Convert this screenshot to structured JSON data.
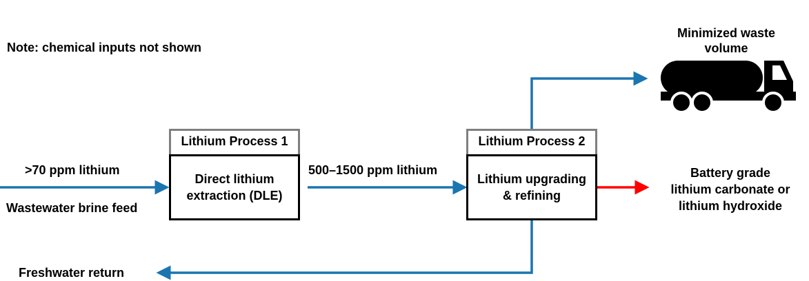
{
  "note": "Note: chemical inputs not shown",
  "input": {
    "concentration": ">70 ppm lithium",
    "label": "Wastewater brine feed"
  },
  "process1": {
    "header": "Lithium Process 1",
    "body_line1": "Direct lithium",
    "body_line2": "extraction (DLE)"
  },
  "intermediate": {
    "concentration": "500–1500 ppm lithium"
  },
  "process2": {
    "header": "Lithium Process 2",
    "body_line1": "Lithium upgrading",
    "body_line2": "& refining"
  },
  "waste": {
    "line1": "Minimized waste",
    "line2": "volume",
    "icon": "tanker-truck-icon"
  },
  "product": {
    "line1": "Battery grade",
    "line2": "lithium carbonate or",
    "line3": "lithium hydroxide"
  },
  "return": {
    "label": "Freshwater return"
  },
  "colors": {
    "flow": "#1a75b0",
    "product_flow": "#ff0000",
    "header_border": "#7f7f7f"
  }
}
